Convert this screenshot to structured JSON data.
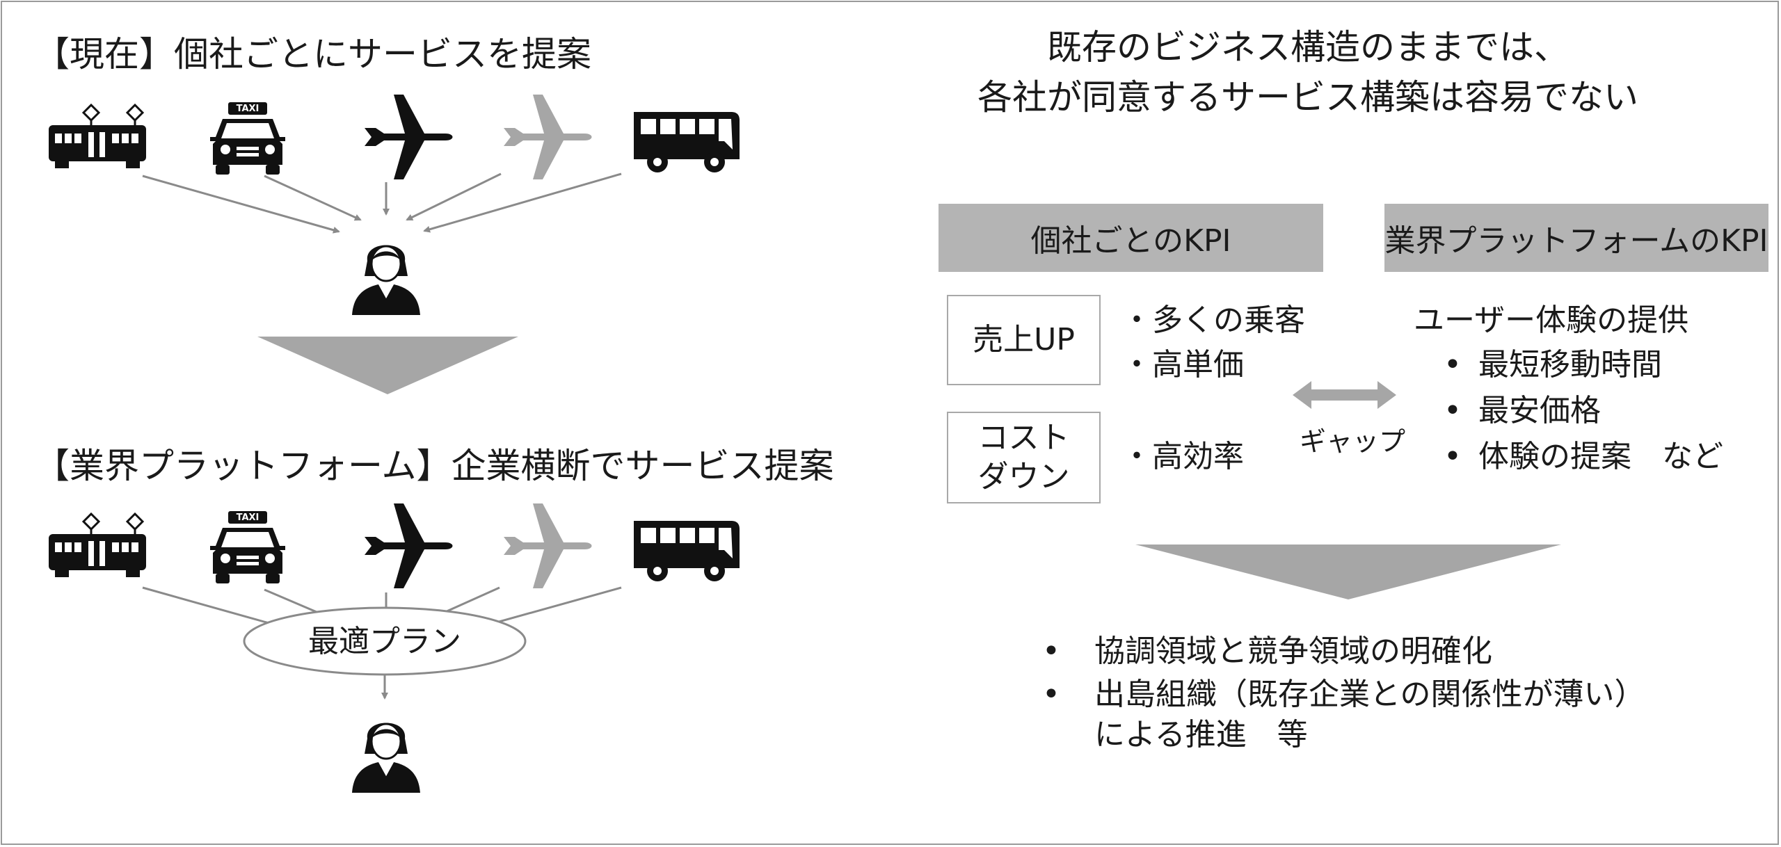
{
  "left": {
    "top_title": "【現在】個社ごとにサービスを提案",
    "bottom_title": "【業界プラットフォーム】企業横断でサービス提案",
    "taxi_sign": "TAXI",
    "hub_label": "最適プラン",
    "icons": [
      "train-icon",
      "taxi-icon",
      "airplane-icon",
      "airplane-faded-icon",
      "bus-icon",
      "person-icon"
    ]
  },
  "right": {
    "headline_line1": "既存のビジネス構造のままでは、",
    "headline_line2": "各社が同意するサービス構築は容易でない",
    "kpi_left_header": "個社ごとのKPI",
    "kpi_right_header": "業界プラットフォームのKPI",
    "box_sales": "売上UP",
    "box_cost_line1": "コスト",
    "box_cost_line2": "ダウン",
    "sales_items": [
      "・多くの乗客",
      "・高単価"
    ],
    "cost_item": "・高効率",
    "gap_label": "ギャップ",
    "platform_lead": "ユーザー体験の提供",
    "platform_items": [
      "最短移動時間",
      "最安価格",
      "体験の提案　など"
    ],
    "conclusions": [
      "協調領域と競争領域の明確化",
      "出島組織（既存企業との関係性が薄い）"
    ],
    "conclusion_cont": "による推進　等"
  },
  "colors": {
    "icon_dark": "#111111",
    "icon_faded": "#a6a6a6",
    "arrow_gray": "#a6a6a6",
    "header_box_gray": "#b4b4b4",
    "line_gray": "#8a8a8a"
  }
}
